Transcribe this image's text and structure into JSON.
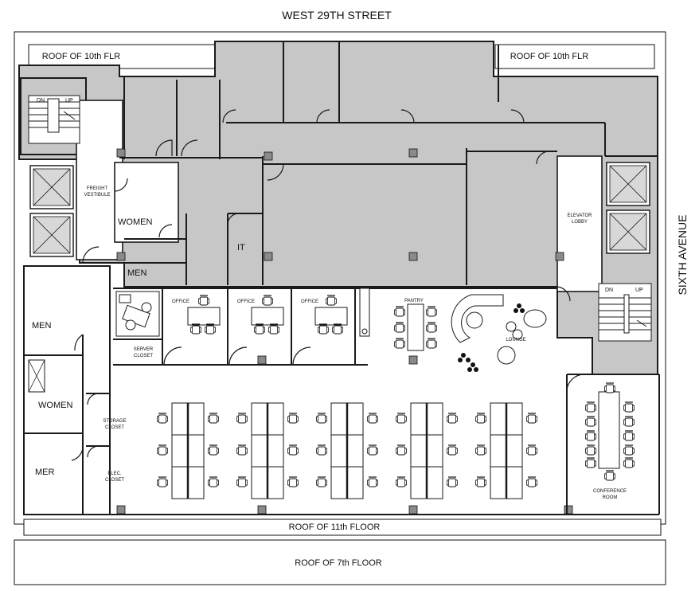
{
  "streets": {
    "north": "WEST 29TH STREET",
    "east": "SIXTH AVENUE"
  },
  "roofs": {
    "roof_10th_left": "ROOF OF 10th FLR",
    "roof_10th_right": "ROOF OF 10th FLR",
    "roof_11th": "ROOF OF 11th FLOOR",
    "roof_7th": "ROOF OF 7th FLOOR"
  },
  "rooms": {
    "freight_vestibule_1": "FREIGHT",
    "freight_vestibule_2": "VESTIBULE",
    "women_upper": "WOMEN",
    "men_upper": "MEN",
    "it": "IT",
    "elevator_lobby_1": "ELEVATOR",
    "elevator_lobby_2": "LOBBY",
    "office_1": "OFFICE",
    "office_2": "OFFICE",
    "office_3": "OFFICE",
    "pantry": "PANTRY",
    "lounge": "LOUNGE",
    "server_closet_1": "SERVER",
    "server_closet_2": "CLOSET",
    "men_lower": "MEN",
    "women_lower": "WOMEN",
    "mer": "MER",
    "storage_closet_1": "STORAGE",
    "storage_closet_2": "CLOSET",
    "elec_closet_1": "ELEC.",
    "elec_closet_2": "CLOSET",
    "conference_room_1": "CONFERENCE",
    "conference_room_2": "ROOM"
  },
  "stairs": {
    "west_dn": "DN",
    "west_up": "UP",
    "east_dn": "DN",
    "east_up": "UP"
  },
  "colors": {
    "shaded_area": "#c7c7c7",
    "wall": "#1a1a1a",
    "paper": "#ffffff",
    "column": "#8a8a8a"
  }
}
